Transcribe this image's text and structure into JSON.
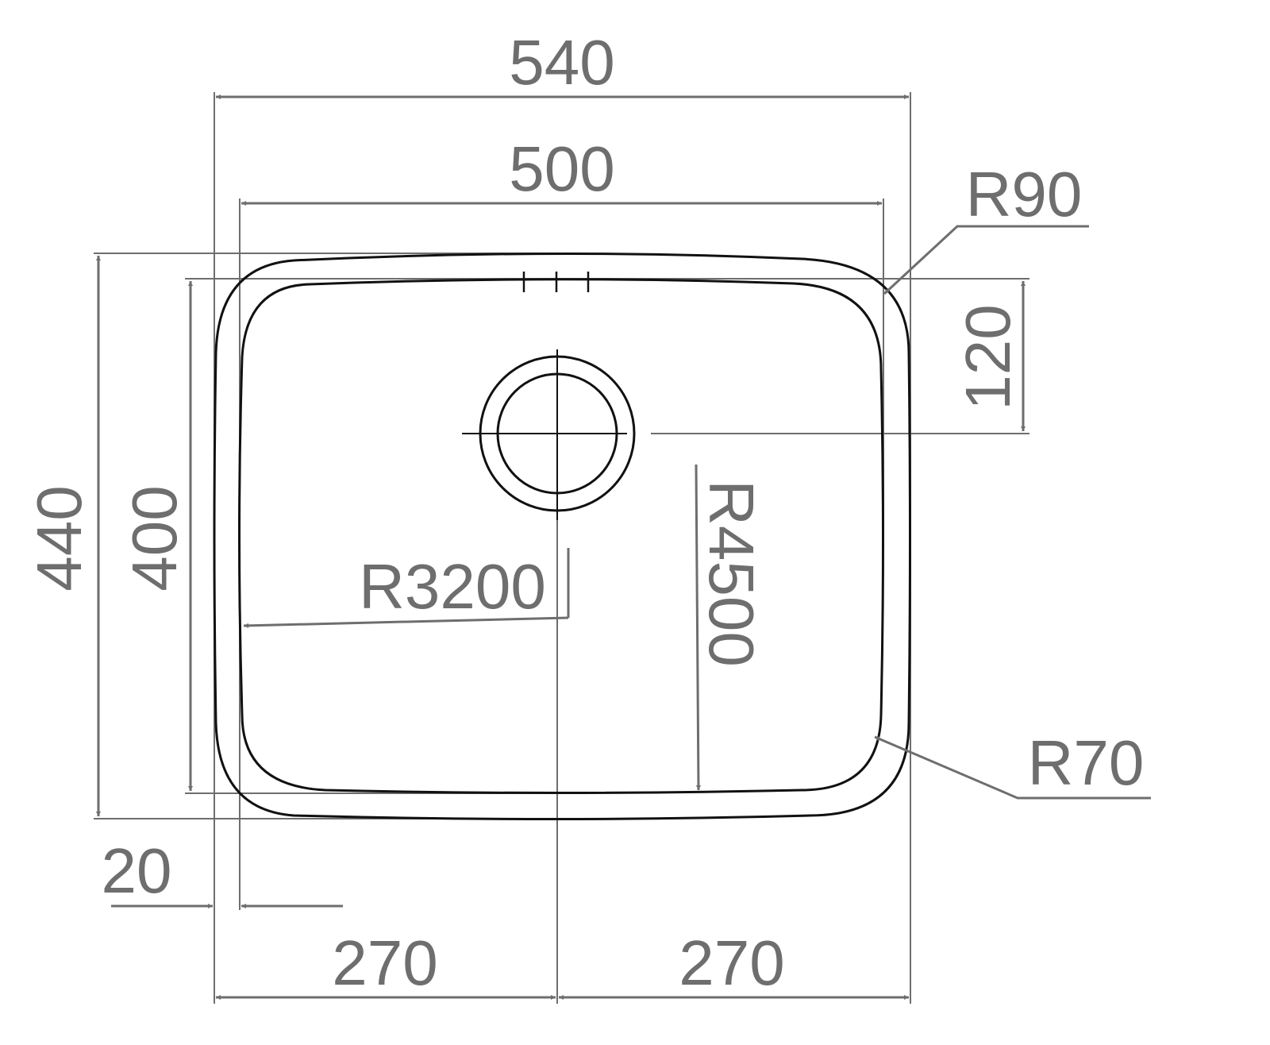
{
  "drawing": {
    "overall_width": "540",
    "bowl_width": "500",
    "overall_depth": "440",
    "bowl_depth": "400",
    "drain_offset": "120",
    "flange": "20",
    "left_half": "270",
    "right_half": "270",
    "corner_outer_radius": "R90",
    "corner_inner_radius": "R70",
    "side_radius": "R3200",
    "front_radius": "R4500"
  },
  "colors": {
    "dimension": "#6e6e6e",
    "outline": "#111111"
  }
}
